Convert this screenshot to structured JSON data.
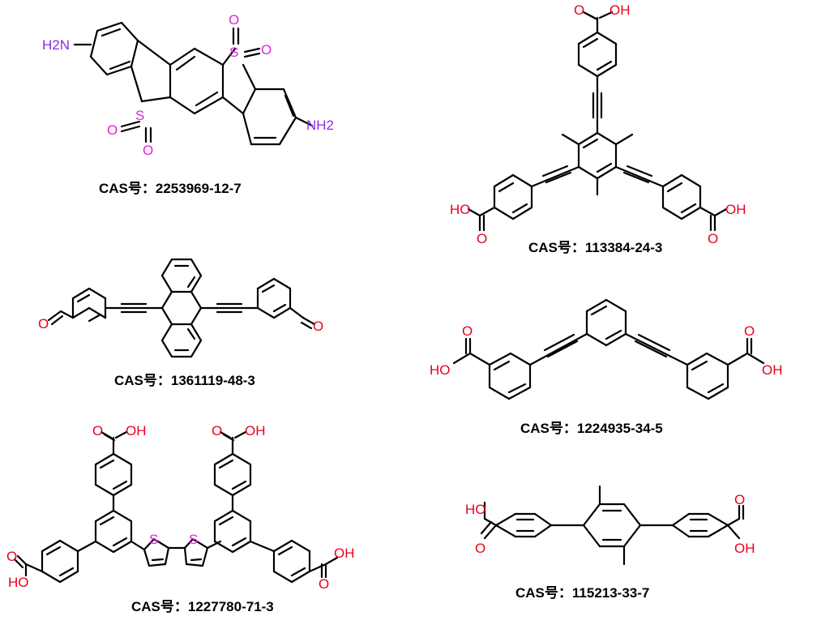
{
  "colors": {
    "bond": "#000000",
    "oxygen": "#e8001c",
    "sulfur": "#e020e0",
    "nitrogen": "#8a2be2"
  },
  "compounds": [
    {
      "id": "c1",
      "cas_label": "CAS号：2253969-12-7",
      "labels": {
        "nh2_left": "H2N",
        "nh2_right": "NH2",
        "s1": "S",
        "s2": "S",
        "o": "O"
      }
    },
    {
      "id": "c2",
      "cas_label": "CAS号：113384-24-3",
      "labels": {
        "cooh": "OH",
        "o": "O",
        "ho": "HO"
      }
    },
    {
      "id": "c3",
      "cas_label": "CAS号：1361119-48-3",
      "labels": {
        "o": "O"
      }
    },
    {
      "id": "c4",
      "cas_label": "CAS号：1224935-34-5",
      "labels": {
        "ho": "HO",
        "oh": "OH",
        "o": "O"
      }
    },
    {
      "id": "c5",
      "cas_label": "CAS号：1227780-71-3",
      "labels": {
        "s": "S",
        "oh": "OH",
        "ho": "HO",
        "o": "O"
      }
    },
    {
      "id": "c6",
      "cas_label": "CAS号：115213-33-7",
      "labels": {
        "ho": "HO",
        "oh": "OH",
        "o": "O"
      }
    }
  ]
}
